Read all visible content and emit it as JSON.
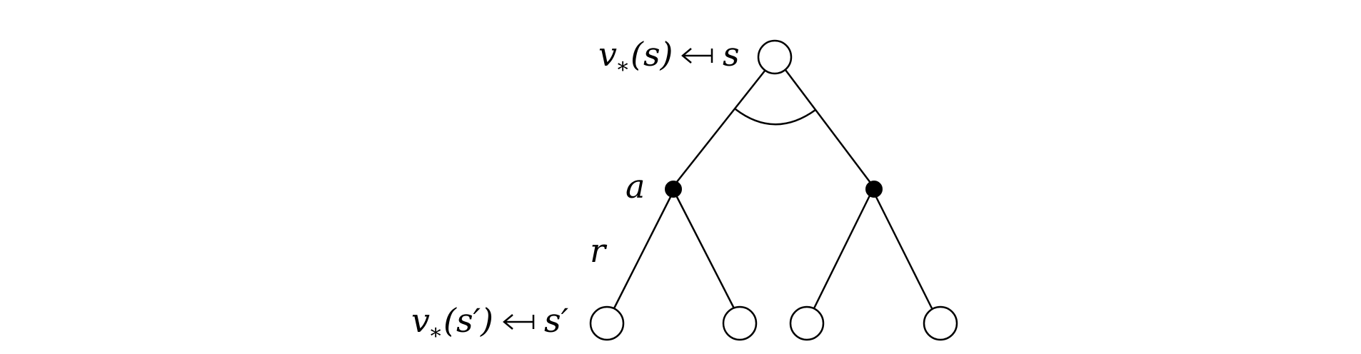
{
  "diagram": {
    "root_label": {
      "value": "v",
      "sub": "∗",
      "arg": "(s)",
      "target": "s"
    },
    "leaf_label": {
      "value": "v",
      "sub": "∗",
      "arg": "(s′)",
      "target": "s′"
    },
    "action_label": "a",
    "reward_label": "r"
  }
}
